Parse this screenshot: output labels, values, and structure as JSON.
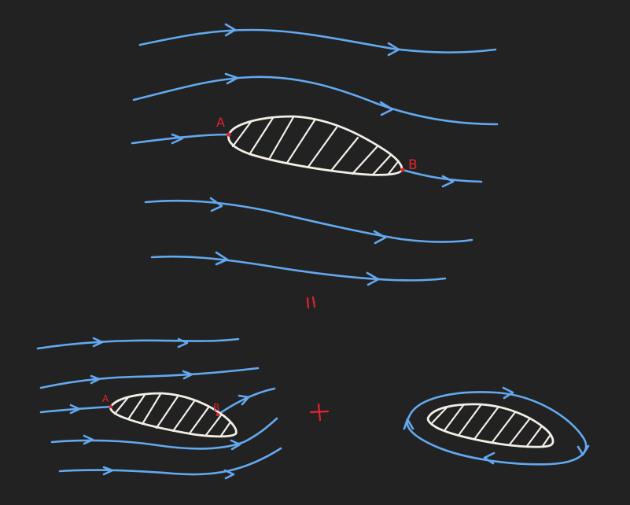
{
  "colors": {
    "background": "#222222",
    "streamline": "#63A9F0",
    "airfoil": "#F3EFE6",
    "annotation": "#E3242B"
  },
  "top_diagram": {
    "point_a": "A",
    "point_b": "B"
  },
  "equals_sign": "=",
  "bottom_left": {
    "point_a": "A",
    "point_b": "B"
  },
  "plus_sign": "+"
}
